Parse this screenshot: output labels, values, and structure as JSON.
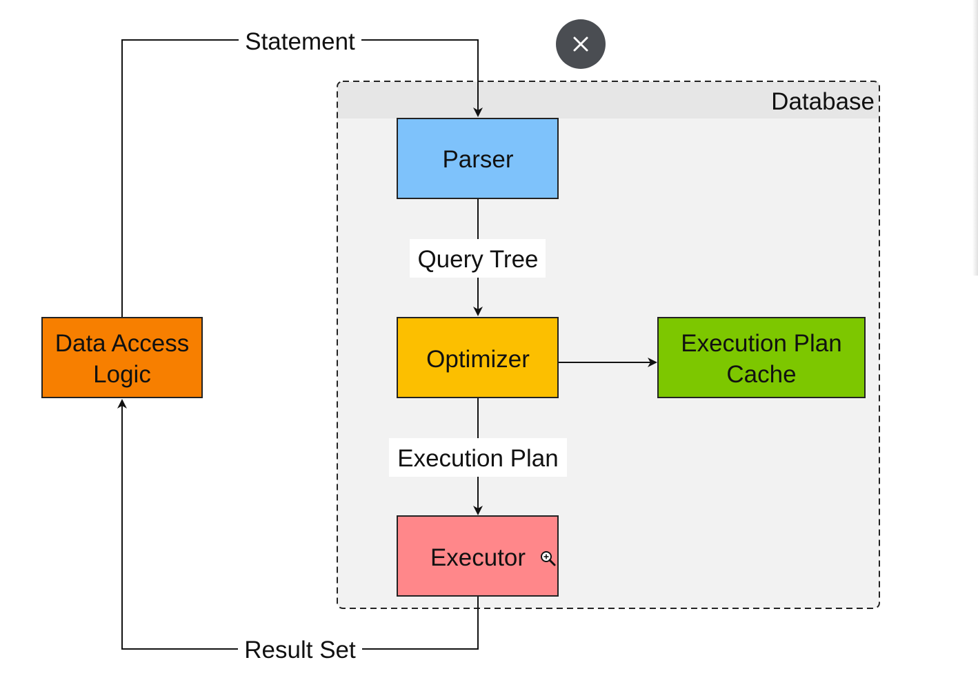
{
  "diagram": {
    "container_label": "Database",
    "nodes": {
      "data_access": {
        "line1": "Data Access",
        "line2": "Logic",
        "fill": "#f77f00"
      },
      "parser": {
        "label": "Parser",
        "fill": "#7ec2fb"
      },
      "optimizer": {
        "label": "Optimizer",
        "fill": "#fcbf00"
      },
      "cache": {
        "line1": "Execution Plan",
        "line2": "Cache",
        "fill": "#7dc700"
      },
      "executor": {
        "label": "Executor",
        "fill": "#ff878a"
      }
    },
    "edges": {
      "statement": "Statement",
      "query_tree": "Query Tree",
      "execution_plan": "Execution Plan",
      "result_set": "Result Set"
    }
  },
  "overlay": {
    "close_icon": "close-icon",
    "zoom_cursor_icon": "zoom-in-cursor-icon"
  }
}
